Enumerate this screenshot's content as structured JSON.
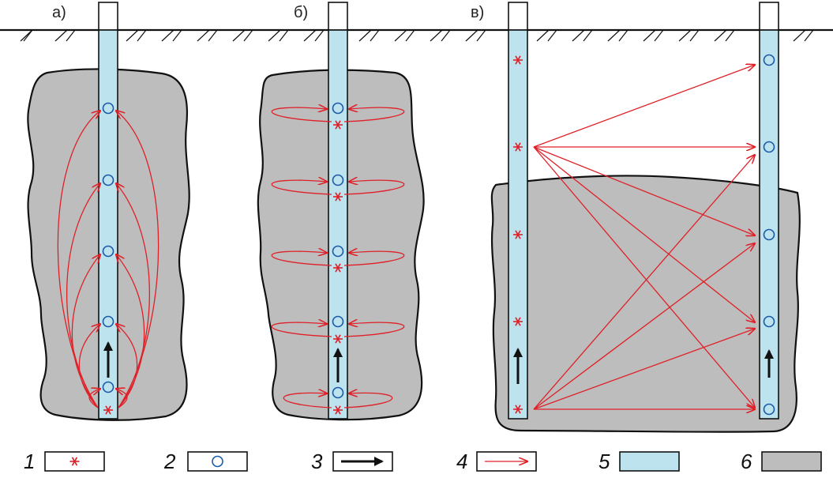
{
  "panels": [
    {
      "id": "a",
      "label": "а)"
    },
    {
      "id": "b",
      "label": "б)"
    },
    {
      "id": "c",
      "label": "в)"
    }
  ],
  "legend": [
    {
      "number": "1",
      "symbol": "source-asterisk"
    },
    {
      "number": "2",
      "symbol": "receiver-circle"
    },
    {
      "number": "3",
      "symbol": "arrow-black"
    },
    {
      "number": "4",
      "symbol": "ray-arrow-red"
    },
    {
      "number": "5",
      "symbol": "borehole-fill"
    },
    {
      "number": "6",
      "symbol": "rock-fill"
    }
  ],
  "colors": {
    "ray": "#e02028",
    "receiver": "#1a5aa8",
    "borehole": "#bde3ee",
    "rock": "#bdbdbd",
    "outline": "#111111"
  }
}
